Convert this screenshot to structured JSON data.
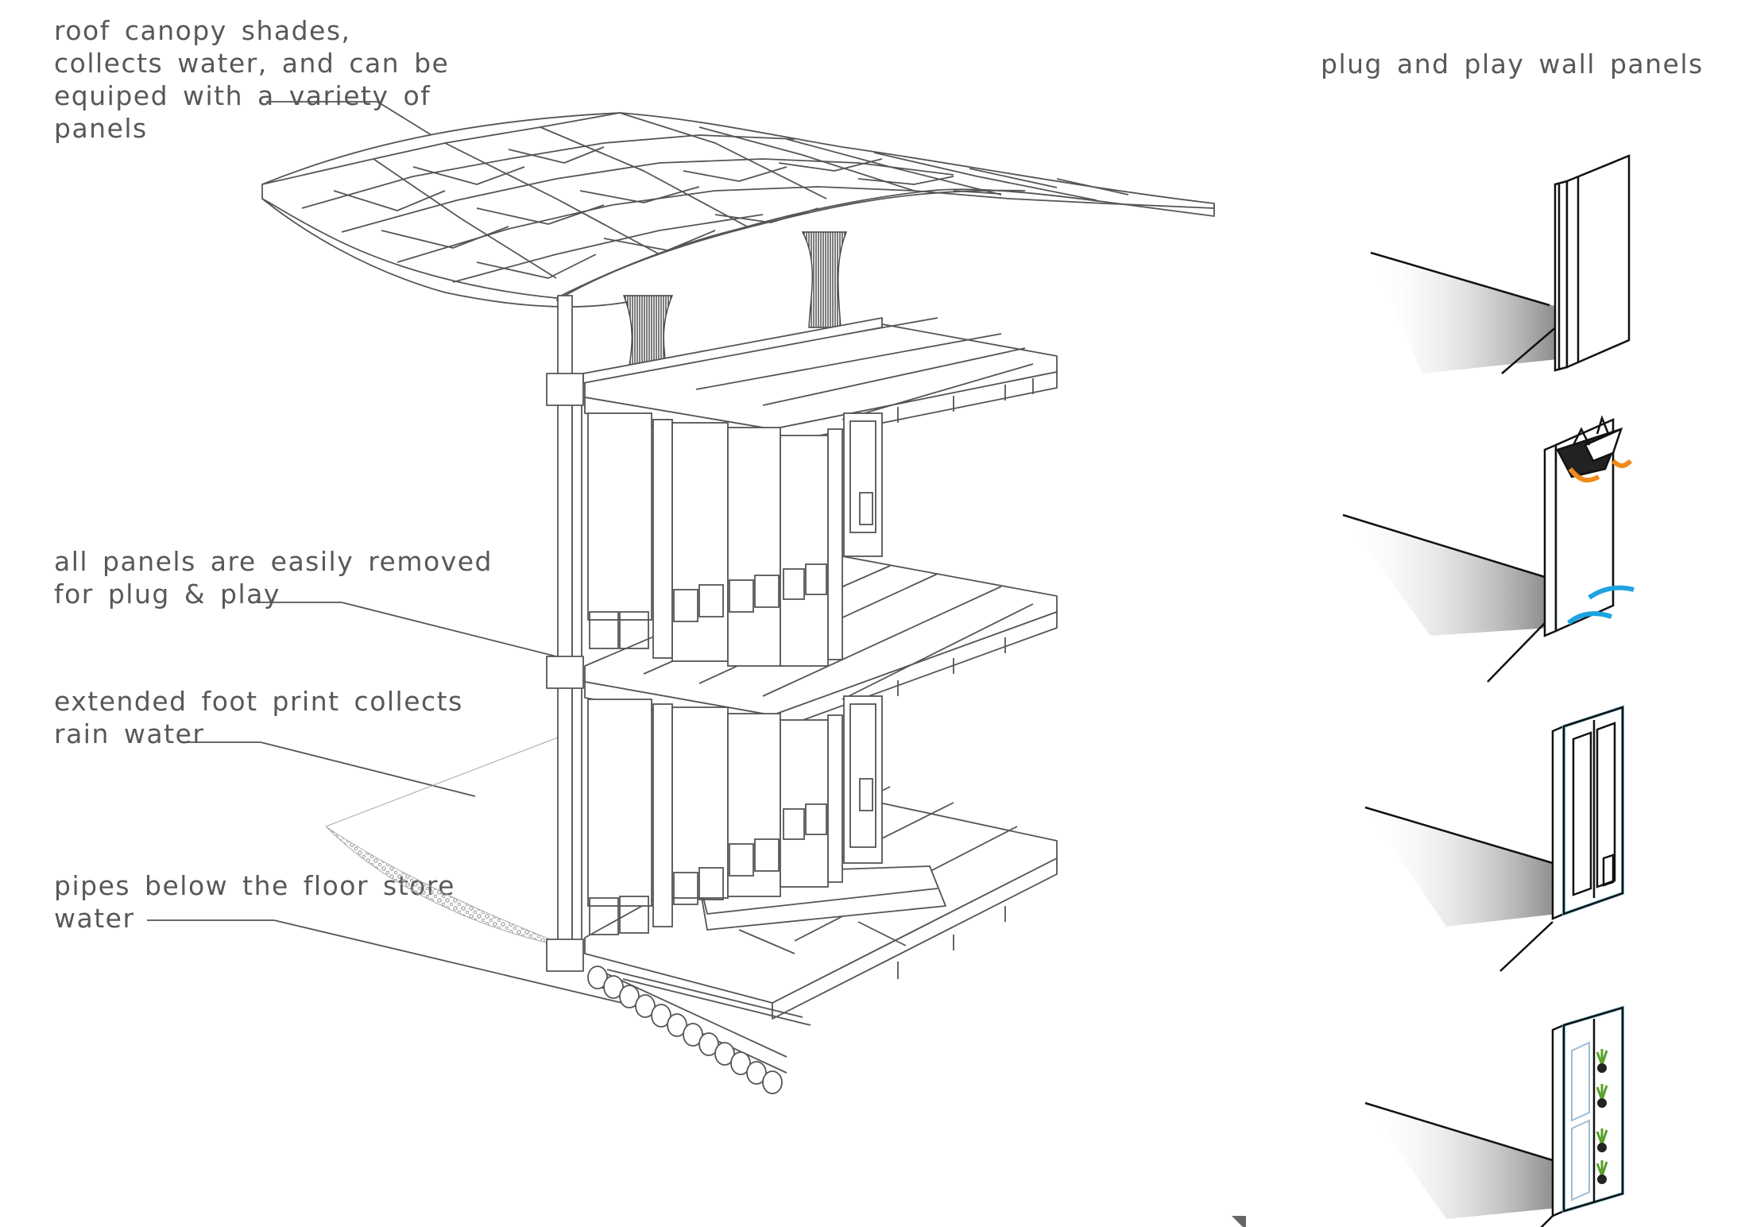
{
  "annotations": {
    "roof": {
      "lines": [
        "roof canopy shades,",
        "collects water, and can be",
        "equiped with a variety of",
        "panels"
      ]
    },
    "panels_removed": {
      "lines": [
        "all panels are easily removed",
        "for plug & play"
      ]
    },
    "footprint": {
      "lines": [
        "extended foot print collects",
        "rain water"
      ]
    },
    "pipes": {
      "lines": [
        "pipes below the floor store",
        "water"
      ]
    },
    "wall_panels_title": "plug and play wall panels"
  },
  "colors": {
    "label_text": "#585858",
    "linework": "#4a4a4a",
    "water_arrows": "#1ea3e0",
    "warm_arrows": "#f08a1a",
    "panel_frame": "#7ec8e0",
    "plants": "#5aa02c"
  }
}
